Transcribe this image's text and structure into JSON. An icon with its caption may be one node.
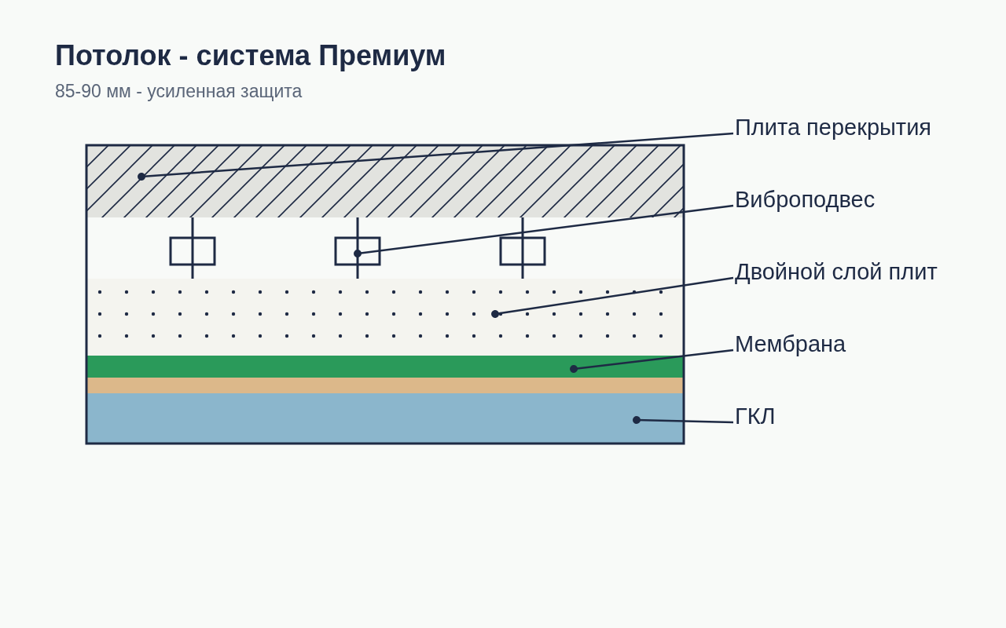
{
  "diagram": {
    "title": "Потолок - система Премиум",
    "nodes": [
      {
        "text": [],
        "shape": "box"
      },
      {
        "text": [
          "Плита перекрытия"
        ]
      },
      {
        "text": [],
        "shape": "box"
      },
      {
        "text": [],
        "shape": "box"
      },
      {
        "text": [],
        "shape": "box"
      },
      {
        "text": [
          "Виброподвес"
        ]
      },
      {
        "text": [],
        "shape": "box"
      },
      {
        "text": [
          "Двойной слой плит"
        ]
      },
      {
        "text": [],
        "shape": "bar"
      },
      {
        "text": [
          "Мембрана"
        ]
      },
      {
        "text": [],
        "shape": "bar"
      },
      {
        "text": [],
        "shape": "bar"
      },
      {
        "text": [
          "ГКЛ"
        ]
      }
    ],
    "edges": [
      {
        "from": 1,
        "to": 0,
        "arrow": "other"
      },
      {
        "from": 5,
        "to": 3,
        "arrow": "other"
      },
      {
        "from": 7,
        "to": 6,
        "arrow": "other"
      },
      {
        "from": 9,
        "to": 8,
        "arrow": "other"
      },
      {
        "from": 12,
        "to": 11,
        "arrow": "other"
      }
    ],
    "labels": [
      "85-90 мм - усиленная защита"
    ]
  }
}
